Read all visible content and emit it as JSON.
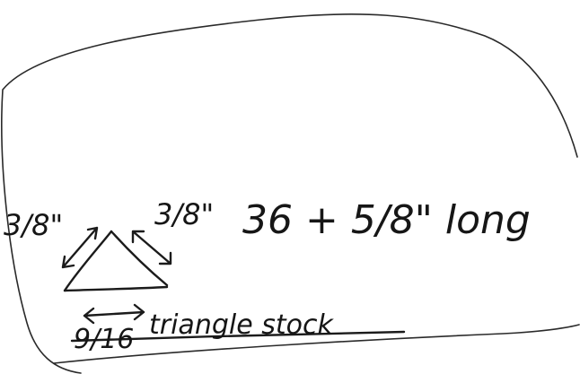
{
  "annotations": {
    "left_side": "3/8\"",
    "right_side": "3/8\"",
    "length": "36 + 5/8\" long",
    "base": "9/16",
    "stock_label": "triangle stock"
  }
}
